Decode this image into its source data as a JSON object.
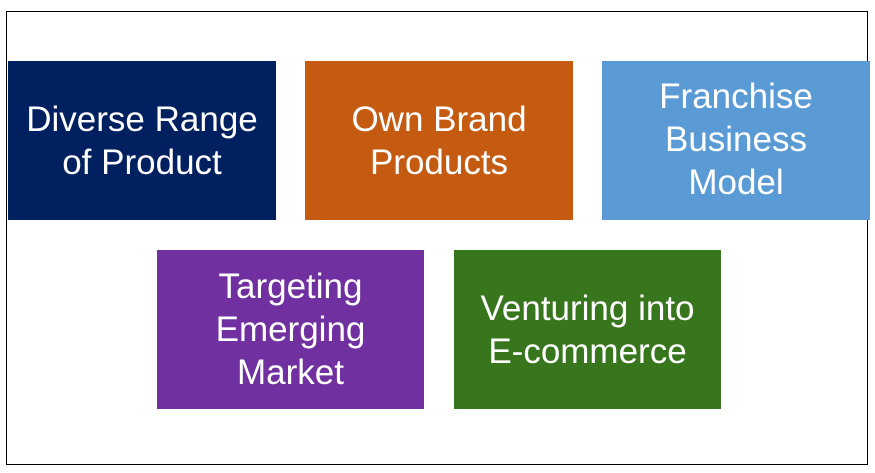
{
  "boxes": [
    {
      "text": "Diverse Range\nof Product",
      "color": "#002060"
    },
    {
      "text": "Own Brand\nProducts",
      "color": "#C55A11"
    },
    {
      "text": "Franchise\nBusiness\nModel",
      "color": "#5B9BD5"
    },
    {
      "text": "Targeting\nEmerging\nMarket",
      "color": "#7030A0"
    },
    {
      "text": "Venturing into\nE-commerce",
      "color": "#38761D"
    }
  ]
}
